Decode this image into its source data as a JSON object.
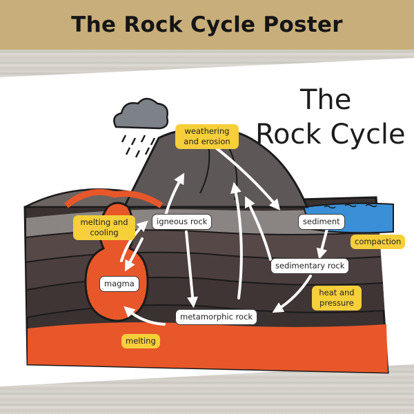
{
  "banner": {
    "title": "The Rock Cycle Poster"
  },
  "poster": {
    "title_line1": "The",
    "title_line2": "Rock Cycle"
  },
  "labels": {
    "weathering": "weathering and erosion",
    "melting_cooling": "melting and cooling",
    "igneous": "igneous rock",
    "sediment": "sediment",
    "compaction": "compaction",
    "magma": "magma",
    "sedimentary": "sedimentary rock",
    "heat_pressure": "heat and pressure",
    "metamorphic": "metamorphic rock",
    "melting": "melting"
  },
  "colors": {
    "banner": "#c8ae7a",
    "label_yellow": "#f6cf3a",
    "magma": "#e8572a",
    "water": "#3a8fd6",
    "rock_dark": "#3a2f2f"
  }
}
